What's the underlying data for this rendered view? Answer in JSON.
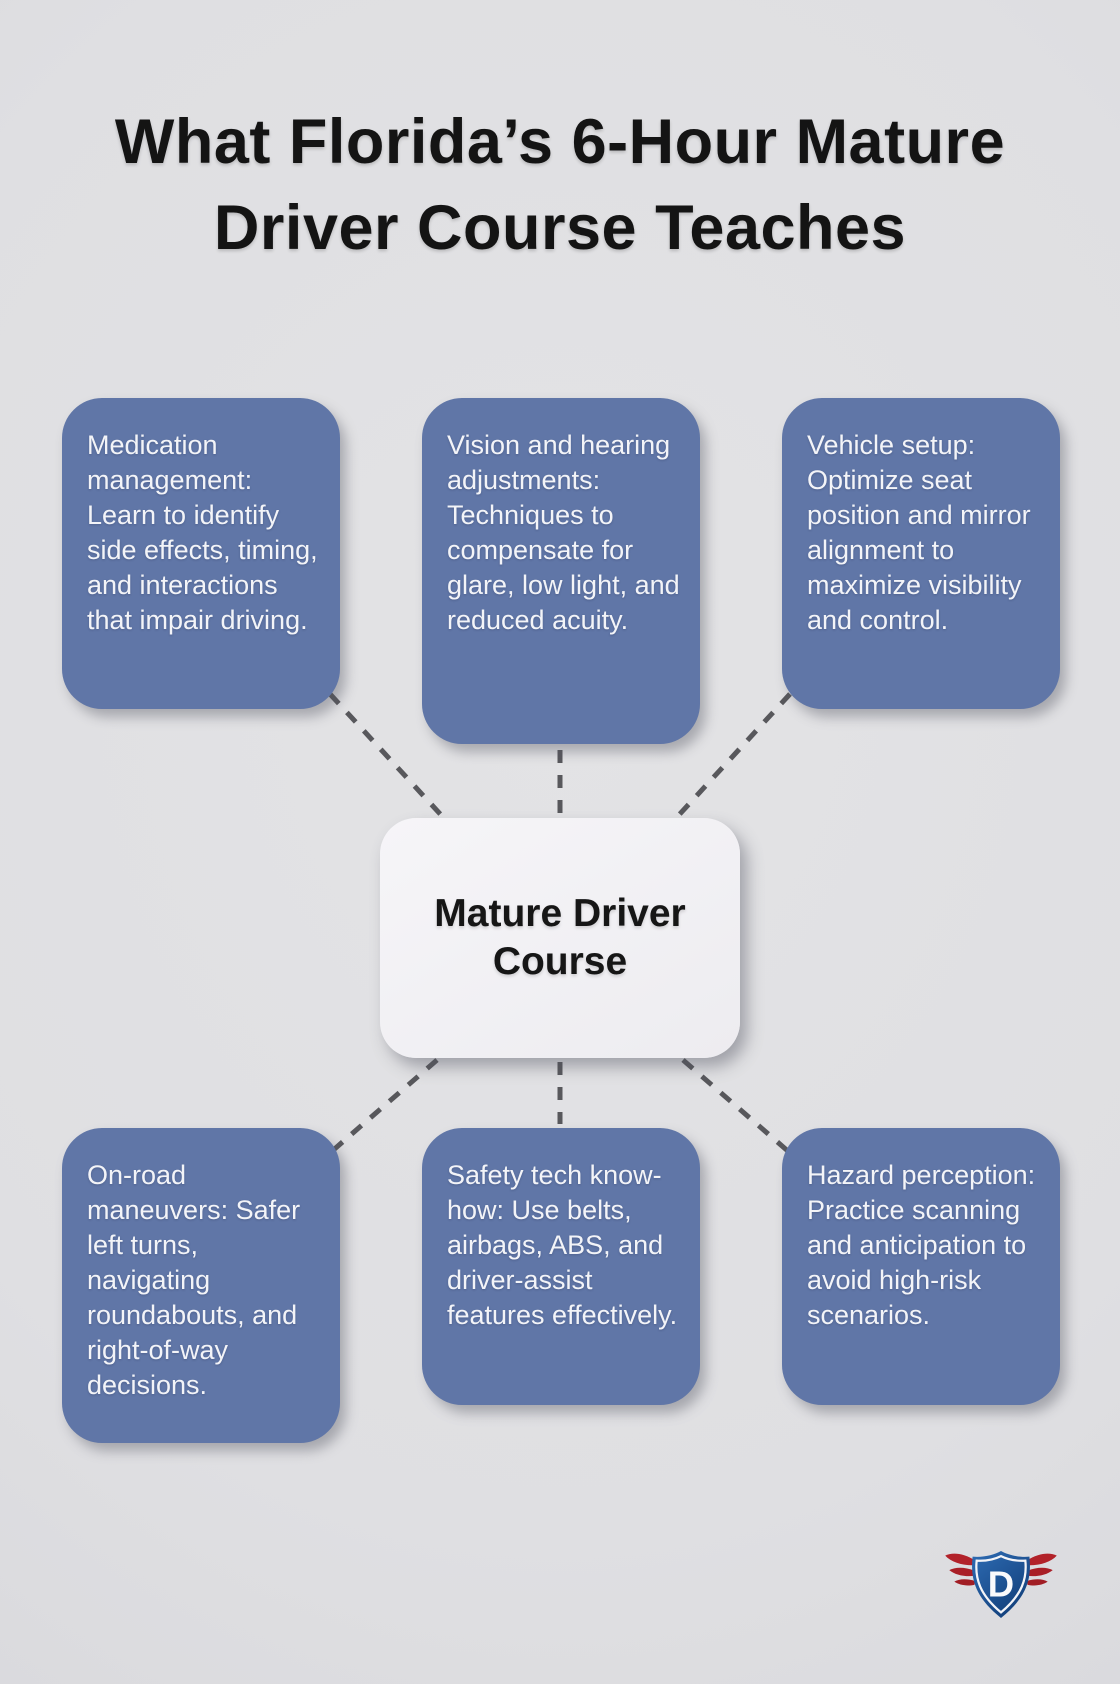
{
  "title": {
    "line1": "What Florida’s 6-Hour Mature",
    "line2": "Driver Course Teaches"
  },
  "center": {
    "label": "Mature Driver Course"
  },
  "topics": [
    {
      "id": "medication-management",
      "text": "Medication management: Learn to identify side effects, timing, and interactions that impair driving."
    },
    {
      "id": "vision-hearing",
      "text": "Vision and hearing adjustments: Techniques to compensate for glare, low light, and reduced acuity."
    },
    {
      "id": "vehicle-setup",
      "text": "Vehicle setup: Optimize seat position and mirror alignment to maximize visibility and control."
    },
    {
      "id": "on-road-maneuvers",
      "text": "On-road maneuvers: Safer left turns, navigating roundabouts, and right-of-way decisions."
    },
    {
      "id": "safety-tech",
      "text": "Safety tech know-how: Use belts, airbags, ABS, and driver-assist features effectively."
    },
    {
      "id": "hazard-perception",
      "text": "Hazard perception: Practice scanning and anticipation to avoid high-risk scenarios."
    }
  ],
  "logo": {
    "letter": "D",
    "description": "winged-shield-brand-mark"
  },
  "colors": {
    "background": "#dfdfe2",
    "card_blue": "#6076a7",
    "card_text": "#f3f4f8",
    "node_background": "#f2f1f4",
    "node_text": "#161616",
    "dashed_line": "#58585c",
    "title_text": "#141414",
    "logo_shield_blue_light": "#2e6cb4",
    "logo_shield_blue_dark": "#123f7a",
    "logo_wing_red": "#b2222a",
    "logo_letter_white": "#fafafc"
  }
}
